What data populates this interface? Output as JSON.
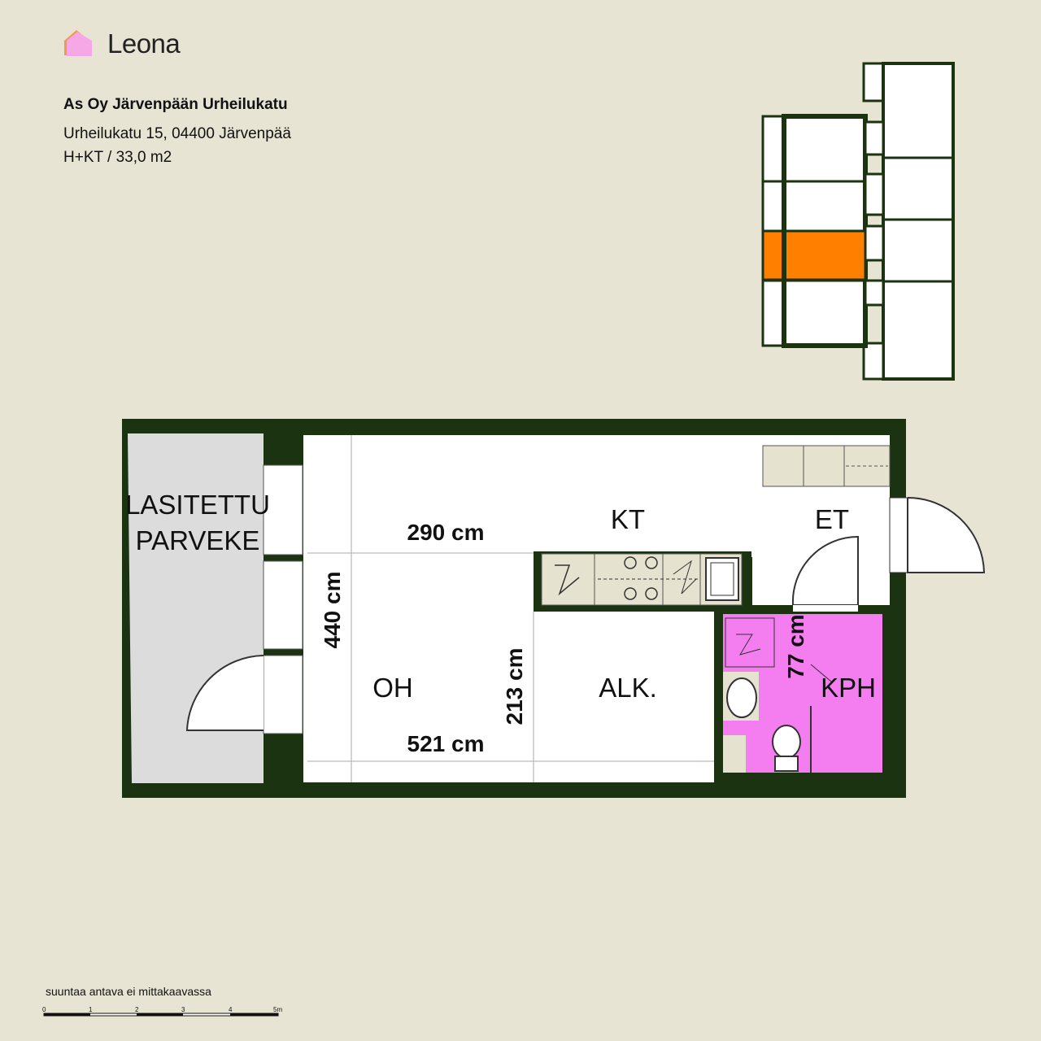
{
  "brand": {
    "name": "Leona",
    "logo_icon": "house-icon",
    "colors": {
      "logo_pink": "#f6a8e6",
      "logo_orange": "#f39a4a"
    }
  },
  "property": {
    "title": "As Oy Järvenpään Urheilukatu",
    "address": "Urheilukatu 15, 04400 Järvenpää",
    "type_area": "H+KT / 33,0 m2"
  },
  "rooms": {
    "balcony_line1": "LASITETTU",
    "balcony_line2": "PARVEKE",
    "kitchenette": "KT",
    "entrance": "ET",
    "living_room": "OH",
    "alcove": "ALK.",
    "bathroom": "KPH"
  },
  "dimensions": {
    "width_upper": "290 cm",
    "width_lower": "521 cm",
    "height_left": "440 cm",
    "height_middle": "213 cm",
    "bathroom": "77 cm"
  },
  "colors": {
    "background": "#e8e4d4",
    "wall": "#1c3312",
    "floor": "#ffffff",
    "balcony": "#dcdcdc",
    "bathroom": "#f47ef0",
    "fixtures": "#e6e2d0",
    "highlight": "#ff8000"
  },
  "scale": {
    "note": "suuntaa antava ei mittakaavassa",
    "ticks": [
      "0",
      "1",
      "2",
      "3",
      "4",
      "5m"
    ]
  }
}
